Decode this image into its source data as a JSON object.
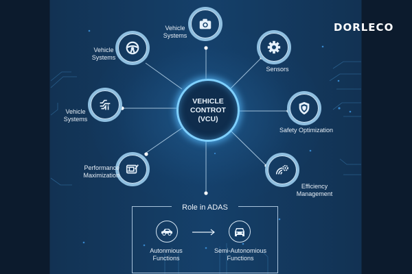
{
  "brand": {
    "logo_text": "DORLECO"
  },
  "center": {
    "line1": "VEHICLE",
    "line2": "CONTROT",
    "line3": "(VCU)"
  },
  "nodes": [
    {
      "id": "top",
      "label_line1": "Vehicle",
      "label_line2": "Systems",
      "icon": "camera-icon"
    },
    {
      "id": "upper-left",
      "label_line1": "Vehicle",
      "label_line2": "Systems",
      "icon": "steering-wheel-icon"
    },
    {
      "id": "upper-right",
      "label_line1": "Sensors",
      "label_line2": "",
      "icon": "gear-icon"
    },
    {
      "id": "mid-left",
      "label_line1": "Vehicle",
      "label_line2": "Systems",
      "icon": "circuit-arrows-icon"
    },
    {
      "id": "mid-right",
      "label_line1": "Safety Optimization",
      "label_line2": "",
      "icon": "shield-icon"
    },
    {
      "id": "lower-left",
      "label_line1": "Performance",
      "label_line2": "Maximization",
      "icon": "dashboard-edit-icon"
    },
    {
      "id": "lower-right",
      "label_line1": "Efficiency",
      "label_line2": "Management",
      "icon": "speedometer-gear-icon"
    }
  ],
  "adas": {
    "title": "Role in ADAS",
    "left": {
      "line1": "Autonmious",
      "line2": "Functions",
      "icon": "car-side-icon"
    },
    "right": {
      "line1": "Semi-Autonomious",
      "line2": "Functions",
      "icon": "car-front-icon"
    },
    "arrow": "right-arrow-icon"
  },
  "colors": {
    "background": "#15406a",
    "side_panel": "#0c1b2d",
    "center_glow": "#7fd0ff",
    "line": "#b9d6ec",
    "text": "#e6eef6"
  }
}
